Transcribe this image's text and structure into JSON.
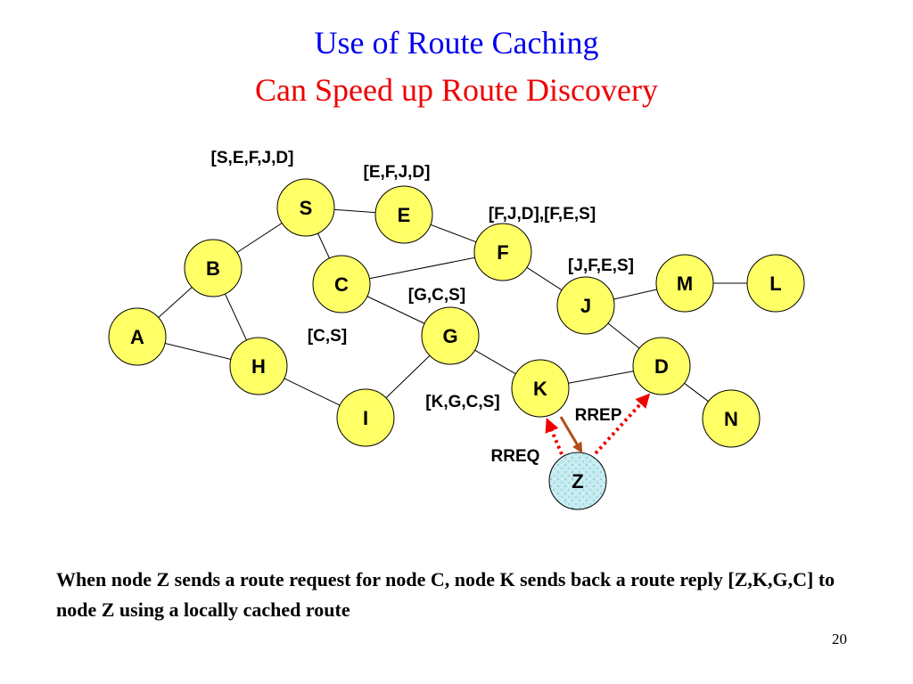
{
  "title_line1": "Use of Route Caching",
  "title_line2": "Can Speed up Route Discovery",
  "nodes": [
    "S",
    "E",
    "F",
    "B",
    "C",
    "M",
    "L",
    "J",
    "A",
    "G",
    "H",
    "D",
    "K",
    "I",
    "N",
    "Z"
  ],
  "edges": [
    [
      "S",
      "E"
    ],
    [
      "S",
      "B"
    ],
    [
      "S",
      "C"
    ],
    [
      "E",
      "F"
    ],
    [
      "F",
      "C"
    ],
    [
      "F",
      "J"
    ],
    [
      "B",
      "A"
    ],
    [
      "B",
      "H"
    ],
    [
      "A",
      "H"
    ],
    [
      "C",
      "G"
    ],
    [
      "H",
      "I"
    ],
    [
      "G",
      "I"
    ],
    [
      "G",
      "K"
    ],
    [
      "K",
      "D"
    ],
    [
      "J",
      "M"
    ],
    [
      "M",
      "L"
    ],
    [
      "J",
      "D"
    ],
    [
      "D",
      "N"
    ]
  ],
  "route_labels": {
    "sefjd": "[S,E,F,J,D]",
    "efjd": "[E,F,J,D]",
    "fjd_fes": "[F,J,D],[F,E,S]",
    "jfes": "[J,F,E,S]",
    "gcs": "[G,C,S]",
    "cs": "[C,S]",
    "kgcs": "[K,G,C,S]"
  },
  "message_labels": {
    "rrep": "RREP",
    "rreq": "RREQ"
  },
  "colors": {
    "node_fill": "#ffff66",
    "z_fill": "#c6ebf0",
    "rreq_arrow": "#ee0000",
    "rrep_arrow": "#b34d1a",
    "title1": "#0000ee",
    "title2": "#ee0000"
  },
  "caption": "When node Z sends a route request for node C, node K sends back a route reply [Z,K,G,C] to node Z using a locally cached route",
  "page_number": "20"
}
